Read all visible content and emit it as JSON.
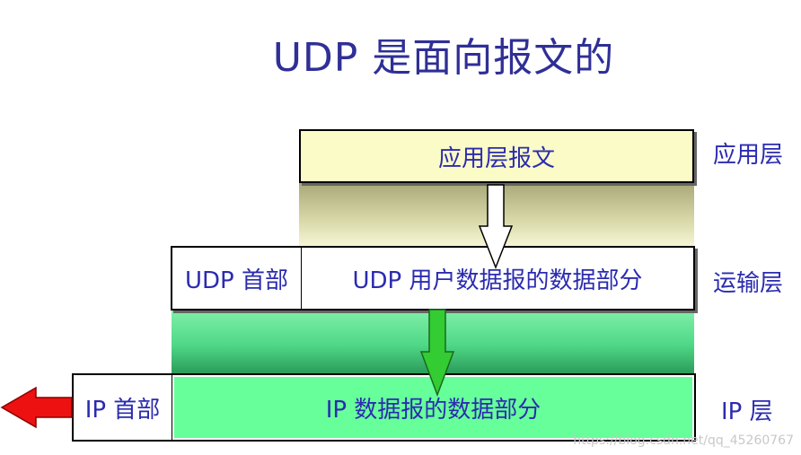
{
  "title": "UDP 是面向报文的",
  "app_layer": {
    "box_label": "应用层报文",
    "layer_label": "应用层"
  },
  "transport_layer": {
    "header_label": "UDP 首部",
    "data_label": "UDP 用户数据报的数据部分",
    "layer_label": "运输层"
  },
  "ip_layer": {
    "header_label": "IP 首部",
    "data_label": "IP 数据报的数据部分",
    "layer_label": "IP 层"
  },
  "watermark": "https://blog.csdn.net/qq_45260767",
  "colors": {
    "title": "#2f2f96",
    "text": "#2b2bb0",
    "app_box": "#fbfbc8",
    "ip_data": "#66ff99",
    "green_arrow": "#33cc33",
    "red_arrow": "#ee1111"
  }
}
